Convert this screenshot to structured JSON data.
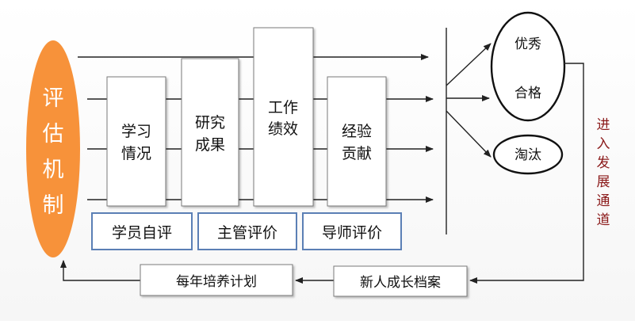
{
  "evaluation_mechanism": {
    "label": "评估机制"
  },
  "pillars": [
    {
      "id": "study",
      "label_line1": "学习",
      "label_line2": "情况"
    },
    {
      "id": "research",
      "label_line1": "研究",
      "label_line2": "成果"
    },
    {
      "id": "work",
      "label_line1": "工作",
      "label_line2": "绩效"
    },
    {
      "id": "contribution",
      "label_line1": "经验",
      "label_line2": "贡献"
    }
  ],
  "evaluations": [
    {
      "id": "self",
      "label": "学员自评"
    },
    {
      "id": "supervisor",
      "label": "主管评价"
    },
    {
      "id": "mentor",
      "label": "导师评价"
    }
  ],
  "outcomes": {
    "excellent": "优秀",
    "qualified": "合格",
    "eliminated": "淘汰"
  },
  "development_channel": {
    "label": "进入发展通道"
  },
  "growth_archive": {
    "label": "新人成长档案"
  },
  "annual_plan": {
    "label": "每年培养计划"
  },
  "colors": {
    "orange": "#F7923A",
    "box_border": "#7a7a7a",
    "eval_border": "#5b7fb5",
    "channel_text": "#8b1a1a",
    "arrow": "#222222"
  }
}
